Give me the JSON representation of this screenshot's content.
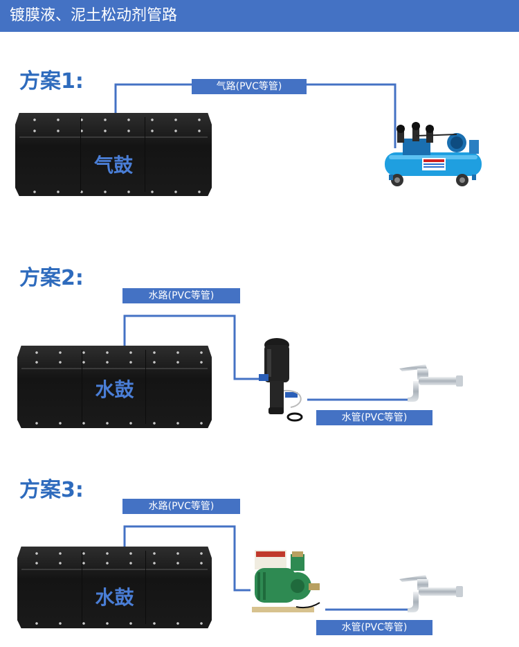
{
  "header": {
    "title": "镀膜液、泥土松动剂管路"
  },
  "schemes": [
    {
      "title": "方案1:",
      "drum_label": "气鼓",
      "pipe_labels": [
        "气路(PVC等管)"
      ],
      "equipment": [
        "air-compressor"
      ]
    },
    {
      "title": "方案2:",
      "drum_label": "水鼓",
      "pipe_labels": [
        "水路(PVC等管)",
        "水管(PVC等管)"
      ],
      "equipment": [
        "dosing-pump",
        "water-faucet"
      ]
    },
    {
      "title": "方案3:",
      "drum_label": "水鼓",
      "pipe_labels": [
        "水路(PVC等管)",
        "水管(PVC等管)"
      ],
      "equipment": [
        "booster-pump",
        "water-faucet"
      ]
    }
  ],
  "colors": {
    "header_bg": "#4472c4",
    "title_text": "#2e6bbd",
    "pipe_line": "#4472c4",
    "drum_body": "#1a1a1a",
    "drum_label": "#4a7ed6",
    "compressor_tank": "#1f9fe0",
    "booster_pump_body": "#2e8a52"
  }
}
